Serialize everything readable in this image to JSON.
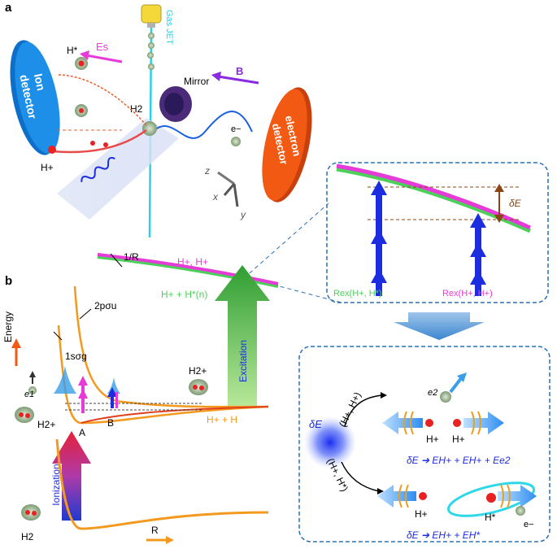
{
  "panels": {
    "a": "a",
    "b": "b"
  },
  "apparatus": {
    "gas_jet": "Gas JET",
    "field_e": "Es",
    "field_b": "B",
    "mirror": "Mirror",
    "ion_detector_line1": "Ion",
    "ion_detector_line2": "detector",
    "electron_detector_line1": "electron",
    "electron_detector_line2": "detector",
    "molecule": "H2",
    "electron": "e−",
    "h_star": "H*",
    "h_plus": "H+",
    "axis_z": "z",
    "axis_x": "x",
    "axis_y": "y"
  },
  "curves": {
    "one_over_r": "1/R",
    "hh_plus": "H+, H+",
    "hh_star": "H+ + H*(n)",
    "two_p": "2pσu",
    "one_s": "1sσg",
    "h2plus_right": "H2+",
    "h2plus_left": "H2+",
    "hplus_h": "H+ + H",
    "energy": "Energy",
    "e1": "e1",
    "point_a": "A",
    "point_b": "B",
    "excitation": "Excitation",
    "ionization": "Ionization",
    "h2_bottom": "H2",
    "r_axis": "R"
  },
  "zoom": {
    "delta_e": "δE",
    "rex_left": "Rex(H+, H*)",
    "rex_right": "Rex(H+, H+)"
  },
  "channels": {
    "delta_e": "δE",
    "path_upper": "(H+, H+)",
    "path_lower": "(H+, H*)",
    "e2": "e2",
    "h_plus_1": "H+",
    "h_plus_2": "H+",
    "h_plus_3": "H+",
    "h_star": "H*",
    "electron": "e−",
    "eq_upper": "δE ➔ EH+ + EH+ + Ee2",
    "eq_lower": "δE ➔ EH+ + EH*"
  },
  "colors": {
    "orange": "#f39a1e",
    "magenta": "#e63bd8",
    "green": "#4cd05a",
    "blue": "#1c2de0",
    "cyan": "#2ed8e8",
    "red": "#e82222",
    "dashed_box": "#2a6fb5",
    "brown": "#8b4513",
    "ion_detector": "#1d8fe8",
    "electron_detector": "#f25a14"
  }
}
